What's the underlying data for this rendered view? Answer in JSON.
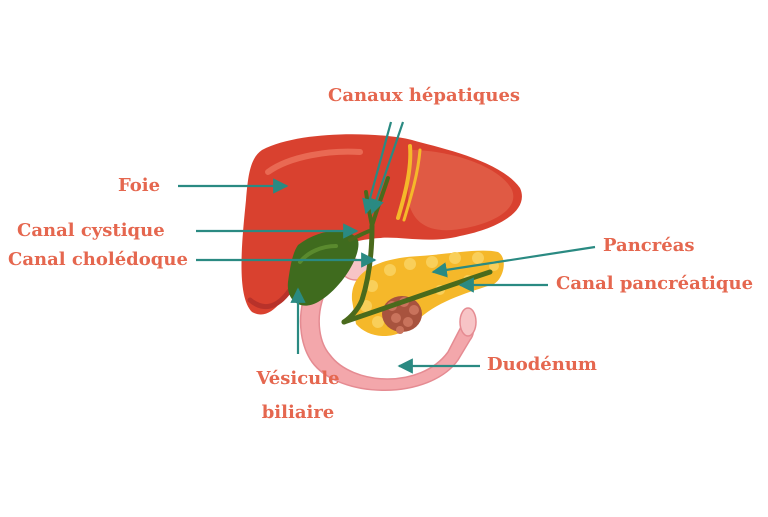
{
  "labels": {
    "canaux_hepatiques": "Canaux hépatiques",
    "foie": "Foie",
    "canal_cystique": "Canal cystique",
    "canal_choledoque": "Canal cholédoque",
    "pancreas": "Pancréas",
    "canal_pancreatique": "Canal pancréatique",
    "duodenum": "Duodénum",
    "vesicule_line1": "Vésicule",
    "vesicule_line2": "biliaire"
  },
  "colors": {
    "label_text": "#e5674f",
    "pointer_arrow": "#2a8a82",
    "liver": "#d9412f",
    "liver_dark": "#b8322a",
    "liver_light": "#e8604a",
    "gallbladder": "#3f6b1e",
    "bile_duct": "#4a6a1c",
    "pancreas": "#f5b82a",
    "duodenum": "#f3a7ab",
    "tumor": "#a8533e"
  }
}
